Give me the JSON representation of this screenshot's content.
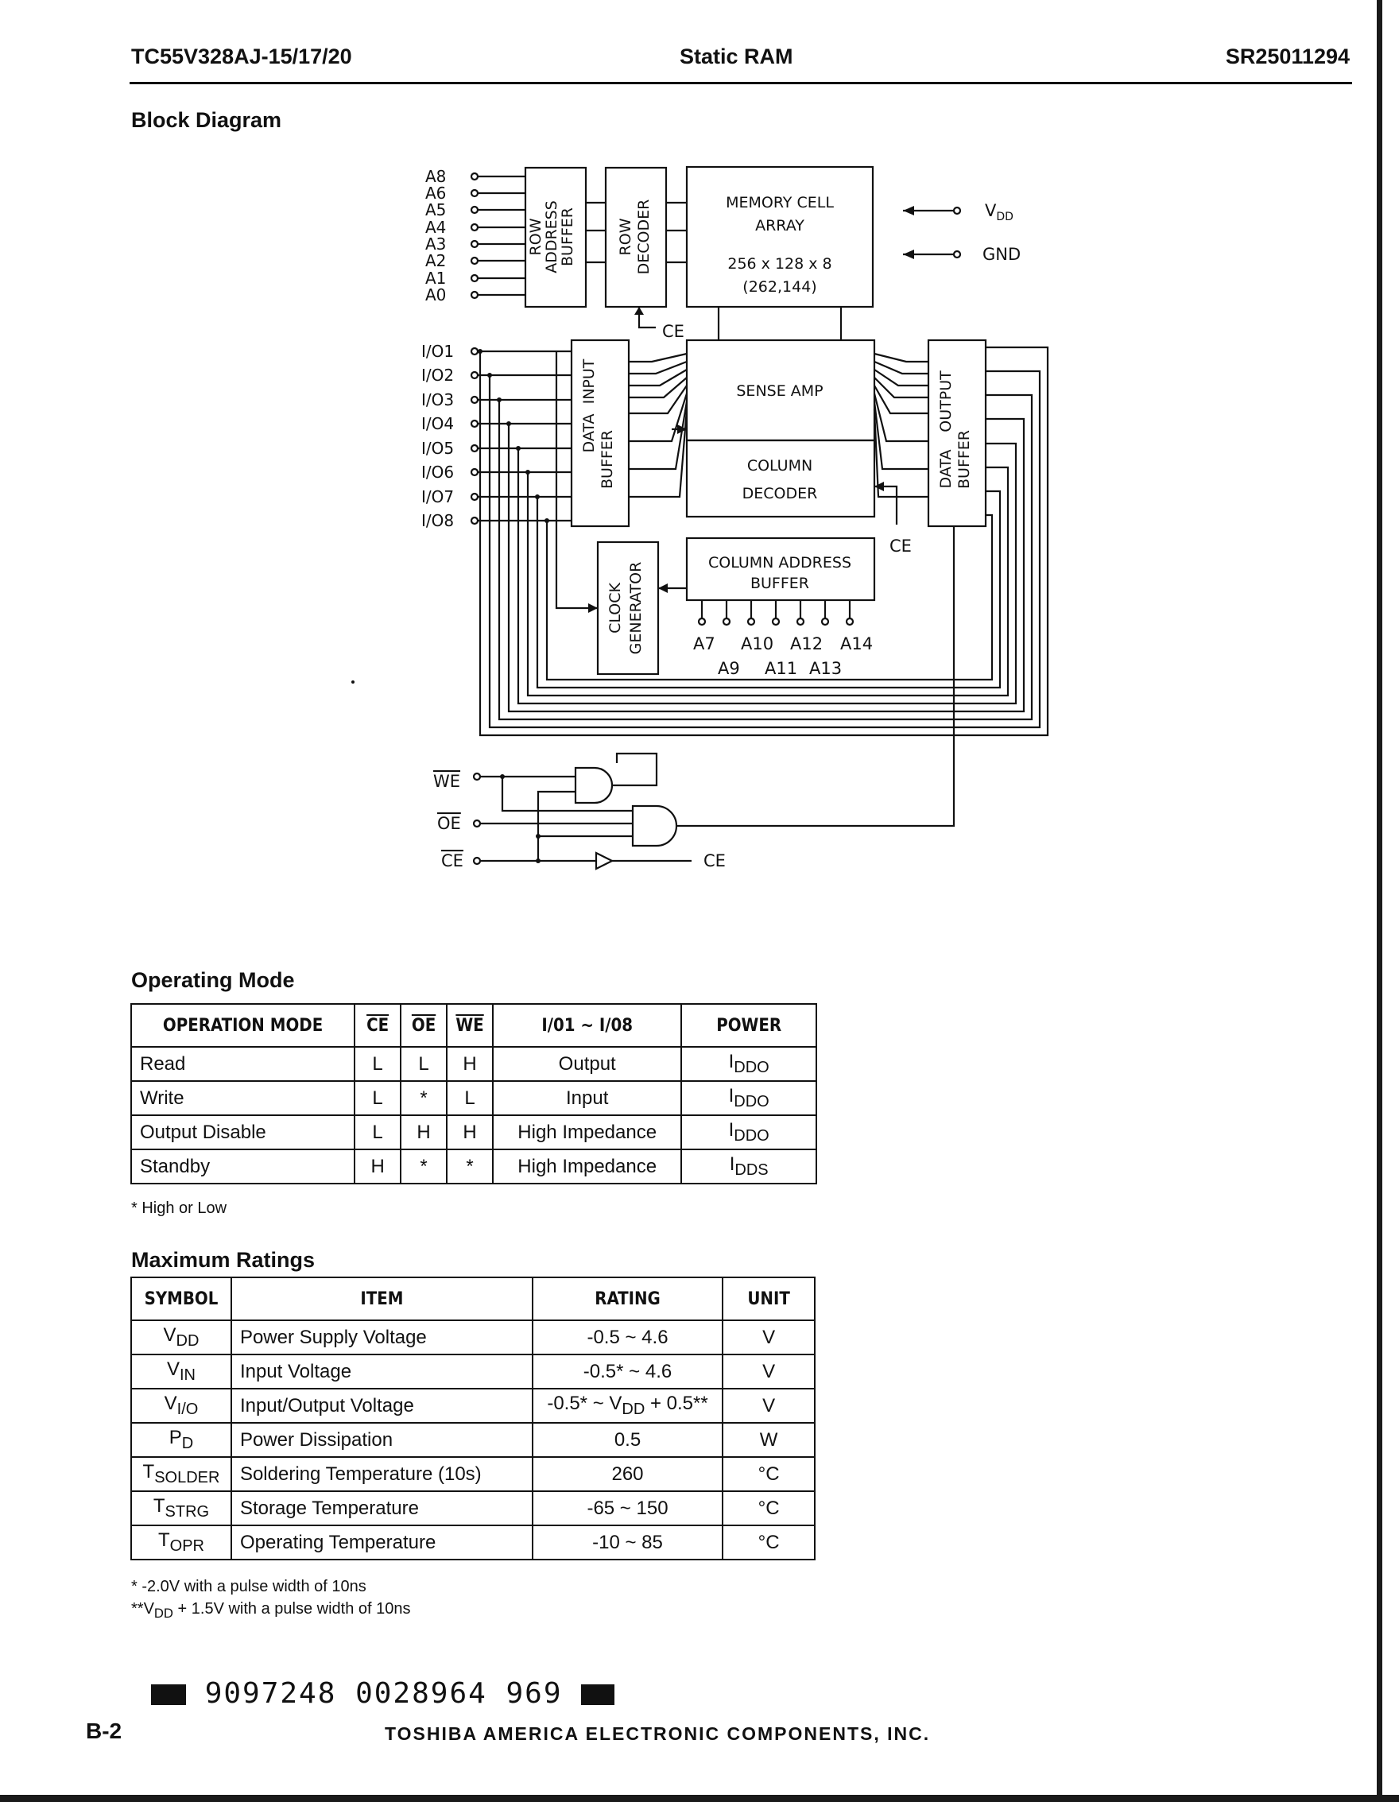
{
  "header": {
    "part_number": "TC55V328AJ-15/17/20",
    "title": "Static RAM",
    "doc_number": "SR25011294"
  },
  "block_diagram": {
    "title": "Block Diagram",
    "row_address_pins": [
      "A8",
      "A6",
      "A5",
      "A4",
      "A3",
      "A2",
      "A1",
      "A0"
    ],
    "row_address_buffer": [
      "ROW",
      "ADDRESS",
      "BUFFER"
    ],
    "row_decoder": [
      "ROW",
      "DECODER"
    ],
    "memory_cell_array": [
      "MEMORY CELL",
      "ARRAY",
      "256 x 128 x 8",
      "(262,144)"
    ],
    "vdd": "V",
    "vdd_sub": "DD",
    "gnd": "GND",
    "ce": "CE",
    "io_pins": [
      "I/O1",
      "I/O2",
      "I/O3",
      "I/O4",
      "I/O5",
      "I/O6",
      "I/O7",
      "I/O8"
    ],
    "data_input_buffer": [
      "DATA",
      "INPUT",
      "BUFFER"
    ],
    "data_output_buffer": [
      "DATA",
      "OUTPUT",
      "BUFFER"
    ],
    "sense_amp": "SENSE AMP",
    "column_decoder": [
      "COLUMN",
      "DECODER"
    ],
    "column_address_buffer": [
      "COLUMN ADDRESS",
      "BUFFER"
    ],
    "clock_generator": [
      "CLOCK",
      "GENERATOR"
    ],
    "column_pins_top": [
      "A7",
      "A10",
      "A12",
      "A14"
    ],
    "column_pins_bottom": [
      "A9",
      "A11",
      "A13"
    ],
    "control_pins": [
      "WE",
      "OE",
      "CE"
    ]
  },
  "operating_mode": {
    "title": "Operating Mode",
    "headers": [
      "OPERATION MODE",
      "CE",
      "OE",
      "WE",
      "I/01 ~ I/08",
      "POWER"
    ],
    "rows": [
      {
        "mode": "Read",
        "ce": "L",
        "oe": "L",
        "we": "H",
        "io": "Output",
        "power": "I",
        "power_sub": "DDO"
      },
      {
        "mode": "Write",
        "ce": "L",
        "oe": "*",
        "we": "L",
        "io": "Input",
        "power": "I",
        "power_sub": "DDO"
      },
      {
        "mode": "Output Disable",
        "ce": "L",
        "oe": "H",
        "we": "H",
        "io": "High Impedance",
        "power": "I",
        "power_sub": "DDO"
      },
      {
        "mode": "Standby",
        "ce": "H",
        "oe": "*",
        "we": "*",
        "io": "High Impedance",
        "power": "I",
        "power_sub": "DDS"
      }
    ],
    "footnote": "* High or Low"
  },
  "maximum_ratings": {
    "title": "Maximum Ratings",
    "headers": [
      "SYMBOL",
      "ITEM",
      "RATING",
      "UNIT"
    ],
    "rows": [
      {
        "sym": "V",
        "sub": "DD",
        "item": "Power Supply Voltage",
        "rating": "-0.5 ~ 4.6",
        "unit": "V"
      },
      {
        "sym": "V",
        "sub": "IN",
        "item": "Input Voltage",
        "rating": "-0.5* ~ 4.6",
        "unit": "V"
      },
      {
        "sym": "V",
        "sub": "I/O",
        "item": "Input/Output Voltage",
        "rating_a": "-0.5* ~ V",
        "rating_sub": "DD",
        "rating_b": " + 0.5**",
        "unit": "V"
      },
      {
        "sym": "P",
        "sub": "D",
        "item": "Power Dissipation",
        "rating": "0.5",
        "unit": "W"
      },
      {
        "sym": "T",
        "sub": "SOLDER",
        "item": "Soldering Temperature (10s)",
        "rating": "260",
        "unit": "°C"
      },
      {
        "sym": "T",
        "sub": "STRG",
        "item": "Storage Temperature",
        "rating": "-65 ~ 150",
        "unit": "°C"
      },
      {
        "sym": "T",
        "sub": "OPR",
        "item": "Operating Temperature",
        "rating": "-10 ~ 85",
        "unit": "°C"
      }
    ],
    "footnote1": "* -2.0V with a pulse width of 10ns",
    "footnote2_a": "**V",
    "footnote2_sub": "DD",
    "footnote2_b": " + 1.5V with a pulse width of 10ns"
  },
  "barcode": "9097248 0028964 969",
  "footer": {
    "page": "B-2",
    "company": "TOSHIBA AMERICA ELECTRONIC COMPONENTS, INC."
  }
}
